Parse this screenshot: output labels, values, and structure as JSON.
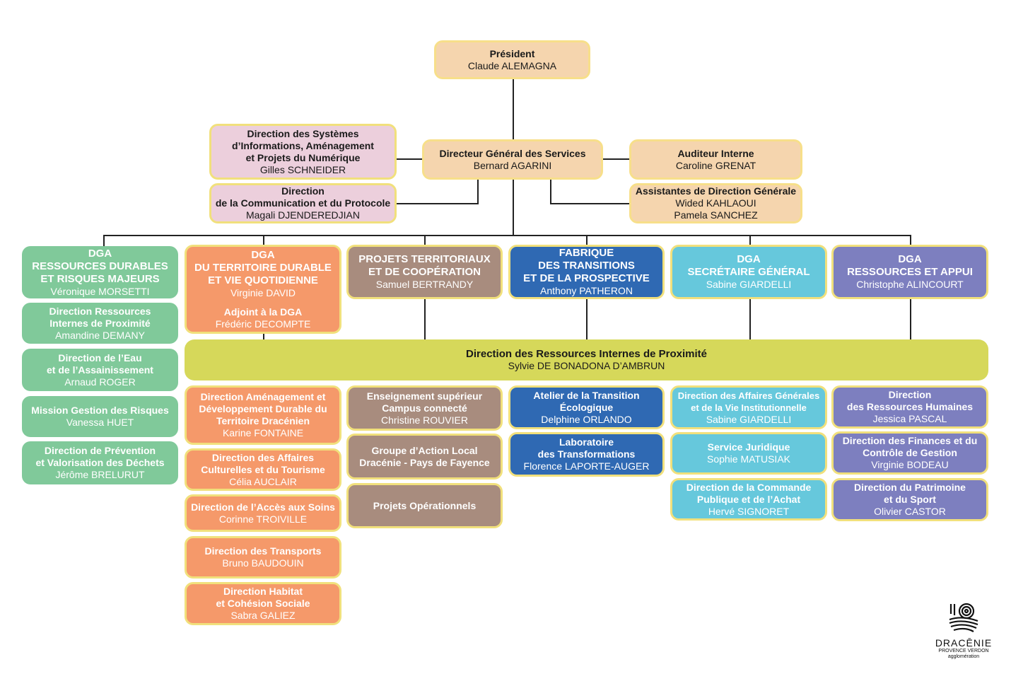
{
  "president": {
    "title": "Président",
    "name": "Claude ALEMAGNA"
  },
  "dgs": {
    "title": "Directeur Général des Services",
    "name": "Bernard AGARINI"
  },
  "dsi": {
    "title1": "Direction des Systèmes",
    "title2": "d’Informations, Aménagement",
    "title3": "et Projets du Numérique",
    "name": "Gilles SCHNEIDER"
  },
  "communication": {
    "title1": "Direction",
    "title2": "de la Communication et du Protocole",
    "name": "Magali DJENDEREDJIAN"
  },
  "auditeur": {
    "title": "Auditeur Interne",
    "name": "Caroline GRENAT"
  },
  "assistantes": {
    "title": "Assistantes de Direction Générale",
    "name1": "Wided KAHLAOUI",
    "name2": "Pamela SANCHEZ"
  },
  "col1": {
    "head": {
      "t1": "DGA",
      "t2": "RESSOURCES DURABLES",
      "t3": "ET RISQUES MAJEURS",
      "name": "Véronique MORSETTI"
    },
    "items": [
      {
        "t1": "Direction Ressources",
        "t2": "Internes de Proximité",
        "name": "Amandine DEMANY"
      },
      {
        "t1": "Direction de l’Eau",
        "t2": "et de l’Assainissement",
        "name": "Arnaud ROGER"
      },
      {
        "t1": "Mission Gestion des Risques",
        "t2": "",
        "name": "Vanessa HUET"
      },
      {
        "t1": "Direction de Prévention",
        "t2": "et Valorisation des Déchets",
        "name": "Jérôme BRELURUT"
      }
    ]
  },
  "col2": {
    "head": {
      "t1": "DGA",
      "t2": "DU TERRITOIRE DURABLE",
      "t3": "ET VIE QUOTIDIENNE",
      "name": "Virginie DAVID",
      "adj": "Adjoint à la DGA",
      "adjname": "Frédéric DECOMPTE"
    },
    "items": [
      {
        "t1": "Direction Aménagement et",
        "t2": "Développement Durable du",
        "t3": "Territoire Dracénien",
        "name": "Karine FONTAINE"
      },
      {
        "t1": "Direction des Affaires",
        "t2": "Culturelles et du Tourisme",
        "name": "Célia AUCLAIR"
      },
      {
        "t1": "Direction de l’Accès aux Soins",
        "name": "Corinne TROIVILLE"
      },
      {
        "t1": "Direction des Transports",
        "name": "Bruno BAUDOUIN"
      },
      {
        "t1": "Direction Habitat",
        "t2": "et Cohésion Sociale",
        "name": "Sabra GALIEZ"
      }
    ]
  },
  "col3": {
    "head": {
      "t1": "PROJETS TERRITORIAUX",
      "t2": "ET DE COOPÉRATION",
      "name": "Samuel BERTRANDY"
    },
    "items": [
      {
        "t1": "Enseignement supérieur",
        "t2": "Campus connecté",
        "name": "Christine ROUVIER"
      },
      {
        "t1": "Groupe d’Action Local",
        "t2": "Dracénie - Pays de Fayence"
      },
      {
        "t1": "Projets Opérationnels"
      }
    ]
  },
  "col4": {
    "head": {
      "t1": "FABRIQUE",
      "t2": "DES TRANSITIONS",
      "t3": "ET DE LA PROSPECTIVE",
      "name": "Anthony PATHERON"
    },
    "items": [
      {
        "t1": "Atelier de la Transition",
        "t2": "Écologique",
        "name": "Delphine ORLANDO"
      },
      {
        "t1": "Laboratoire",
        "t2": "des Transformations",
        "name": "Florence LAPORTE-AUGER"
      }
    ]
  },
  "col5": {
    "head": {
      "t1": "DGA",
      "t2": "SECRÉTAIRE GÉNÉRAL",
      "name": "Sabine GIARDELLI"
    },
    "items": [
      {
        "t1": "Direction des Affaires Générales",
        "t2": "et de la Vie Institutionnelle",
        "name": "Sabine GIARDELLI"
      },
      {
        "t1": "Service Juridique",
        "name": "Sophie MATUSIAK"
      },
      {
        "t1": "Direction de la Commande",
        "t2": "Publique et de l’Achat",
        "name": "Hervé SIGNORET"
      }
    ]
  },
  "col6": {
    "head": {
      "t1": "DGA",
      "t2": "RESSOURCES ET APPUI",
      "name": "Christophe ALINCOURT"
    },
    "items": [
      {
        "t1": "Direction",
        "t2": "des Ressources Humaines",
        "name": "Jessica PASCAL"
      },
      {
        "t1": "Direction des Finances et du",
        "t2": "Contrôle de Gestion",
        "name": "Virginie BODEAU"
      },
      {
        "t1": "Direction du Patrimoine",
        "t2": "et du Sport",
        "name": "Olivier CASTOR"
      }
    ]
  },
  "proximite": {
    "title": "Direction des Ressources Internes de Proximité",
    "name": "Sylvie DE BONADONA D’AMBRUN"
  },
  "logo": {
    "name": "DRACĒNIE",
    "sub1": "PROVENCE VERDON",
    "sub2": "agglomération"
  }
}
